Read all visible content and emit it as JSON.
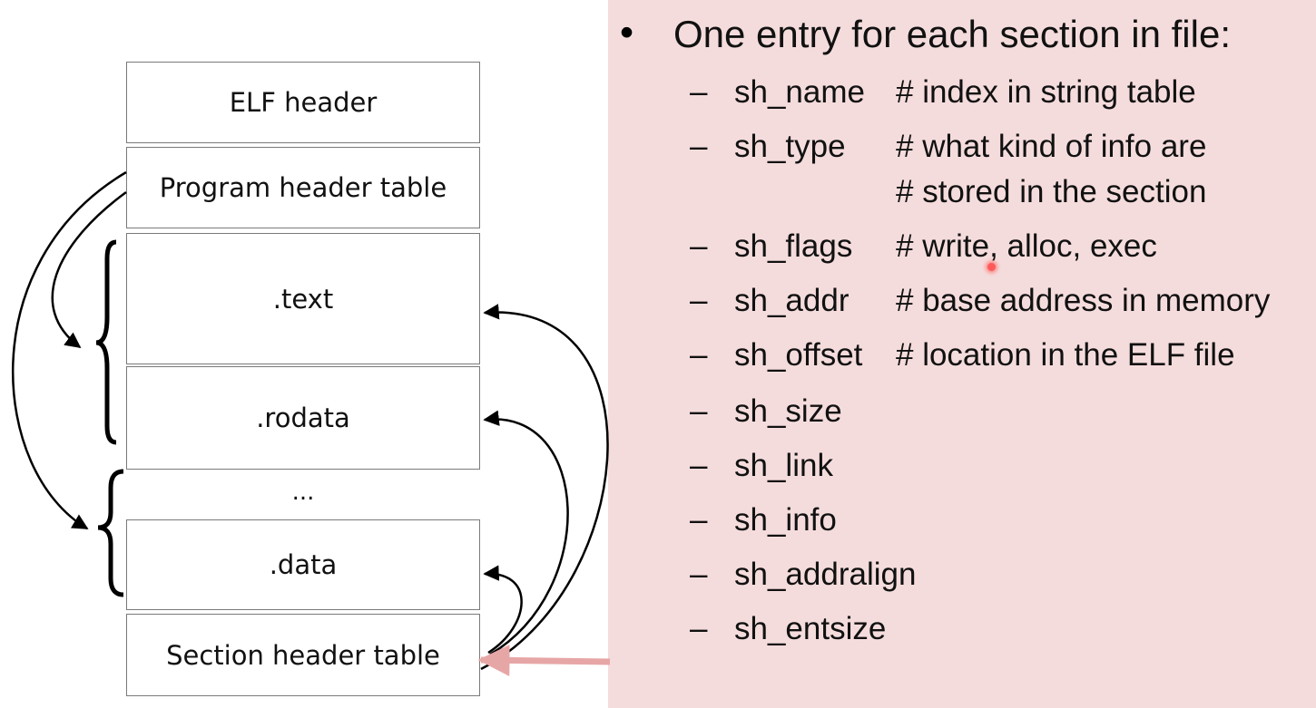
{
  "colors": {
    "panel_background": "#f5dcdc",
    "box_border": "#7a7a7a",
    "arrow": "#000000",
    "pointer_arrow": "#e7a6a6",
    "laser_dot": "#ff5a5a"
  },
  "diagram": {
    "blocks": {
      "elf_header": "ELF header",
      "program_header_table": "Program header table",
      "text": ".text",
      "rodata": ".rodata",
      "ellipsis": "...",
      "data": ".data",
      "section_header_table": "Section header table"
    }
  },
  "slide": {
    "bullet": "One entry for each section in file:",
    "fields": [
      {
        "dash": "–",
        "name": "sh_name",
        "comment": "# index in string table"
      },
      {
        "dash": "–",
        "name": "sh_type",
        "comment": "# what kind of info are",
        "comment2": "# stored in the section"
      },
      {
        "dash": "–",
        "name": "sh_flags",
        "comment": "# write, alloc, exec"
      },
      {
        "dash": "–",
        "name": "sh_addr",
        "comment": "# base address in memory"
      },
      {
        "dash": "–",
        "name": "sh_offset",
        "comment": "# location in the ELF file"
      },
      {
        "dash": "–",
        "name": "sh_size",
        "comment": ""
      },
      {
        "dash": "–",
        "name": "sh_link",
        "comment": ""
      },
      {
        "dash": "–",
        "name": "sh_info",
        "comment": ""
      },
      {
        "dash": "–",
        "name": "sh_addralign",
        "comment": ""
      },
      {
        "dash": "–",
        "name": "sh_entsize",
        "comment": ""
      }
    ]
  }
}
